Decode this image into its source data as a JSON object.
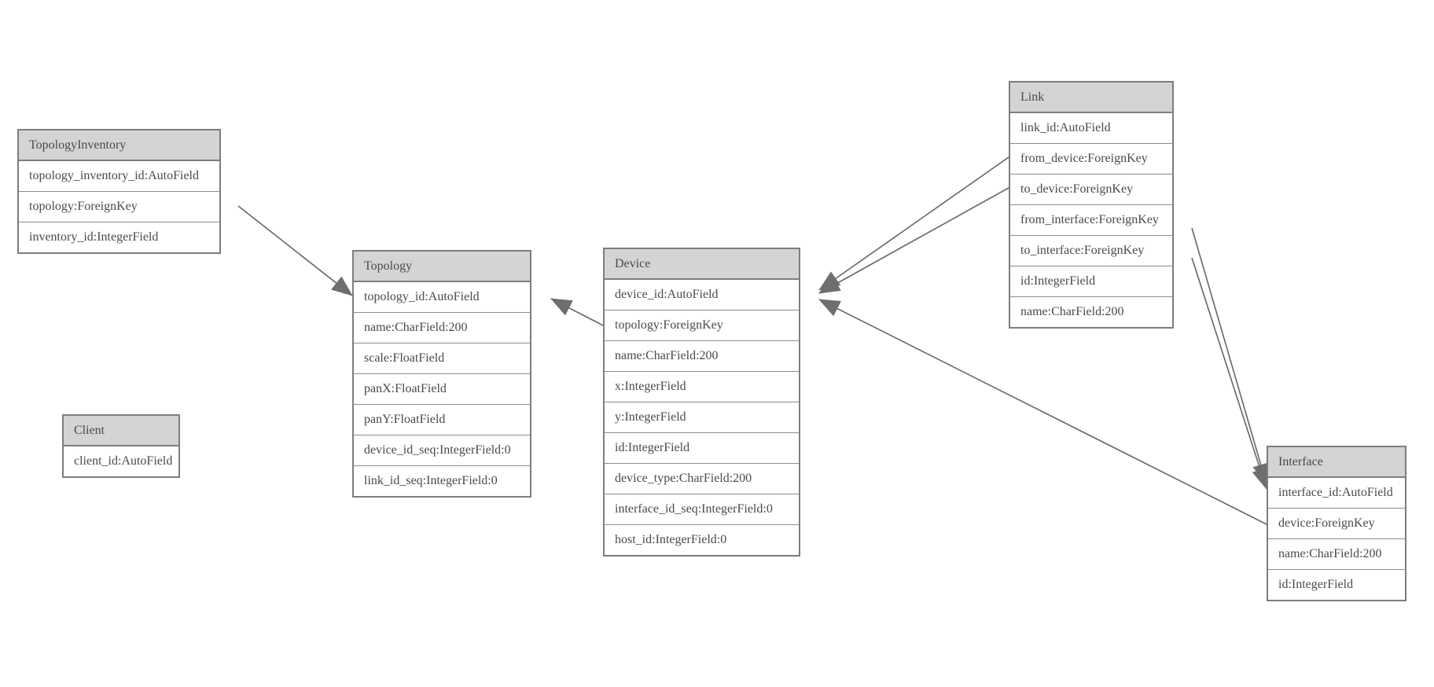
{
  "diagram": {
    "type": "database-model-diagram",
    "colors": {
      "background": "#ffffff",
      "header_fill": "#d4d4d4",
      "box_border": "#7d7d7d",
      "row_divider": "#8d8d8d",
      "text": "#4a4a4a",
      "connector": "#666666",
      "arrowhead": "#6e6e6e"
    },
    "entities": [
      {
        "id": "topology-inventory",
        "title": "TopologyInventory",
        "fields": [
          "topology_inventory_id:AutoField",
          "topology:ForeignKey",
          "inventory_id:IntegerField"
        ]
      },
      {
        "id": "topology",
        "title": "Topology",
        "fields": [
          "topology_id:AutoField",
          "name:CharField:200",
          "scale:FloatField",
          "panX:FloatField",
          "panY:FloatField",
          "device_id_seq:IntegerField:0",
          "link_id_seq:IntegerField:0"
        ]
      },
      {
        "id": "client",
        "title": "Client",
        "fields": [
          "client_id:AutoField"
        ]
      },
      {
        "id": "device",
        "title": "Device",
        "fields": [
          "device_id:AutoField",
          "topology:ForeignKey",
          "name:CharField:200",
          "x:IntegerField",
          "y:IntegerField",
          "id:IntegerField",
          "device_type:CharField:200",
          "interface_id_seq:IntegerField:0",
          "host_id:IntegerField:0"
        ]
      },
      {
        "id": "link",
        "title": "Link",
        "fields": [
          "link_id:AutoField",
          "from_device:ForeignKey",
          "to_device:ForeignKey",
          "from_interface:ForeignKey",
          "to_interface:ForeignKey",
          "id:IntegerField",
          "name:CharField:200"
        ]
      },
      {
        "id": "interface",
        "title": "Interface",
        "fields": [
          "interface_id:AutoField",
          "device:ForeignKey",
          "name:CharField:200",
          "id:IntegerField"
        ]
      }
    ],
    "connections": [
      {
        "from": "TopologyInventory.topology",
        "to": "Topology.topology_id"
      },
      {
        "from": "Device.topology",
        "to": "Topology.topology_id"
      },
      {
        "from": "Link.from_device",
        "to": "Device.device_id"
      },
      {
        "from": "Link.to_device",
        "to": "Device.device_id"
      },
      {
        "from": "Link.from_interface",
        "to": "Interface.interface_id"
      },
      {
        "from": "Link.to_interface",
        "to": "Interface.interface_id"
      },
      {
        "from": "Interface.device",
        "to": "Device.device_id"
      }
    ]
  }
}
